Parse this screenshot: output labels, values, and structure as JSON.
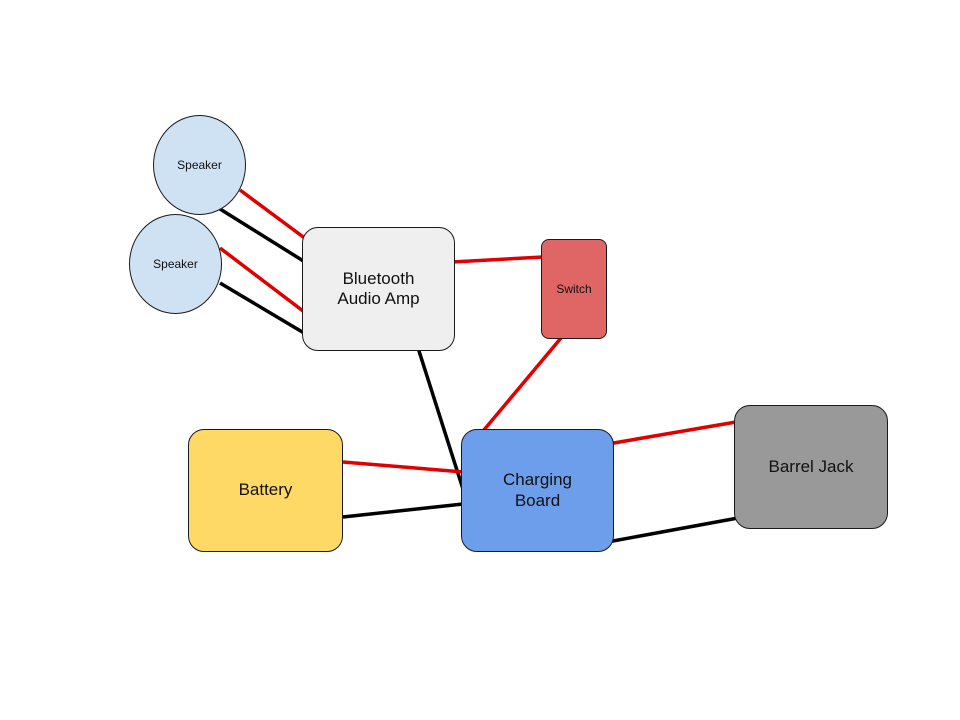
{
  "colors": {
    "speaker_fill": "#cfe2f3",
    "amp_fill": "#efefef",
    "switch_fill": "#e06666",
    "battery_fill": "#ffd966",
    "charging_fill": "#6d9eeb",
    "barrel_fill": "#999999",
    "positive_wire": "#e00000",
    "negative_wire": "#000000"
  },
  "nodes": {
    "speaker_1": {
      "label": "Speaker"
    },
    "speaker_2": {
      "label": "Speaker"
    },
    "amp": {
      "label": "Bluetooth\nAudio Amp"
    },
    "switch": {
      "label": "Switch"
    },
    "battery": {
      "label": "Battery"
    },
    "charging": {
      "label": "Charging\nBoard"
    },
    "barrel": {
      "label": "Barrel Jack"
    }
  },
  "wires": [
    {
      "name": "wire-speaker1-amp-positive",
      "from": "speaker_1",
      "to": "amp",
      "polarity": "positive"
    },
    {
      "name": "wire-speaker1-amp-negative",
      "from": "speaker_1",
      "to": "amp",
      "polarity": "negative"
    },
    {
      "name": "wire-speaker2-amp-positive",
      "from": "speaker_2",
      "to": "amp",
      "polarity": "positive"
    },
    {
      "name": "wire-speaker2-amp-negative",
      "from": "speaker_2",
      "to": "amp",
      "polarity": "negative"
    },
    {
      "name": "wire-amp-switch-positive",
      "from": "amp",
      "to": "switch",
      "polarity": "positive"
    },
    {
      "name": "wire-switch-charging-positive",
      "from": "switch",
      "to": "charging",
      "polarity": "positive"
    },
    {
      "name": "wire-amp-charging-negative",
      "from": "amp",
      "to": "charging",
      "polarity": "negative"
    },
    {
      "name": "wire-battery-charging-positive",
      "from": "battery",
      "to": "charging",
      "polarity": "positive"
    },
    {
      "name": "wire-battery-charging-negative",
      "from": "battery",
      "to": "charging",
      "polarity": "negative"
    },
    {
      "name": "wire-charging-barrel-positive",
      "from": "charging",
      "to": "barrel",
      "polarity": "positive"
    },
    {
      "name": "wire-charging-barrel-negative",
      "from": "charging",
      "to": "barrel",
      "polarity": "negative"
    }
  ]
}
